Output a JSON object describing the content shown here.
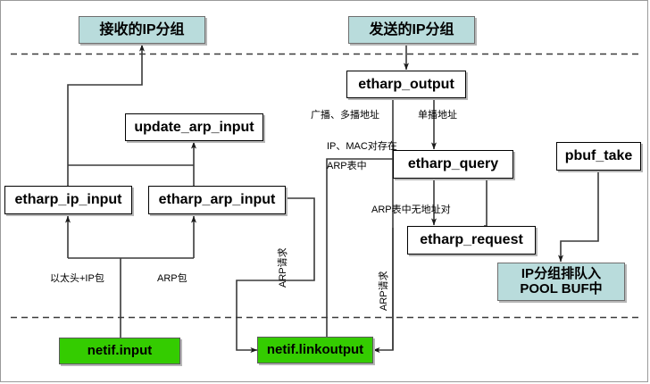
{
  "diagram": {
    "title_visible": false,
    "colors": {
      "teal_fill": "#b9dcdc",
      "green_fill": "#34cc00",
      "box_stroke": "#000000",
      "wire": "#3a3a3a",
      "divider": "#444444",
      "frame": "#9a9a9a"
    },
    "nodes": {
      "received_ip_packet": "接收的IP分组",
      "sent_ip_packet": "发送的IP分组",
      "etharp_output": "etharp_output",
      "update_arp_input": "update_arp_input",
      "etharp_ip_input": "etharp_ip_input",
      "etharp_arp_input": "etharp_arp_input",
      "etharp_query": "etharp_query",
      "pbuf_take": "pbuf_take",
      "etharp_request": "etharp_request",
      "pool_buf_queue": "IP分组排队入\nPOOL BUF中",
      "netif_input": "netif.input",
      "netif_linkoutput": "netif.linkoutput"
    },
    "edge_labels": {
      "broadcast_multicast": "广播、多播地址",
      "unicast": "单播地址",
      "ip_mac_pair_exists_line1": "IP、MAC对存在",
      "ip_mac_pair_exists_line2": "ARP表中",
      "no_address_pair_in_arp_table": "ARP表中无地址对",
      "eth_header_plus_ip_packet": "以太头+IP包",
      "arp_packet": "ARP包",
      "arp_request_left": "ARP请求",
      "arp_request_right": "ARP请求"
    }
  }
}
